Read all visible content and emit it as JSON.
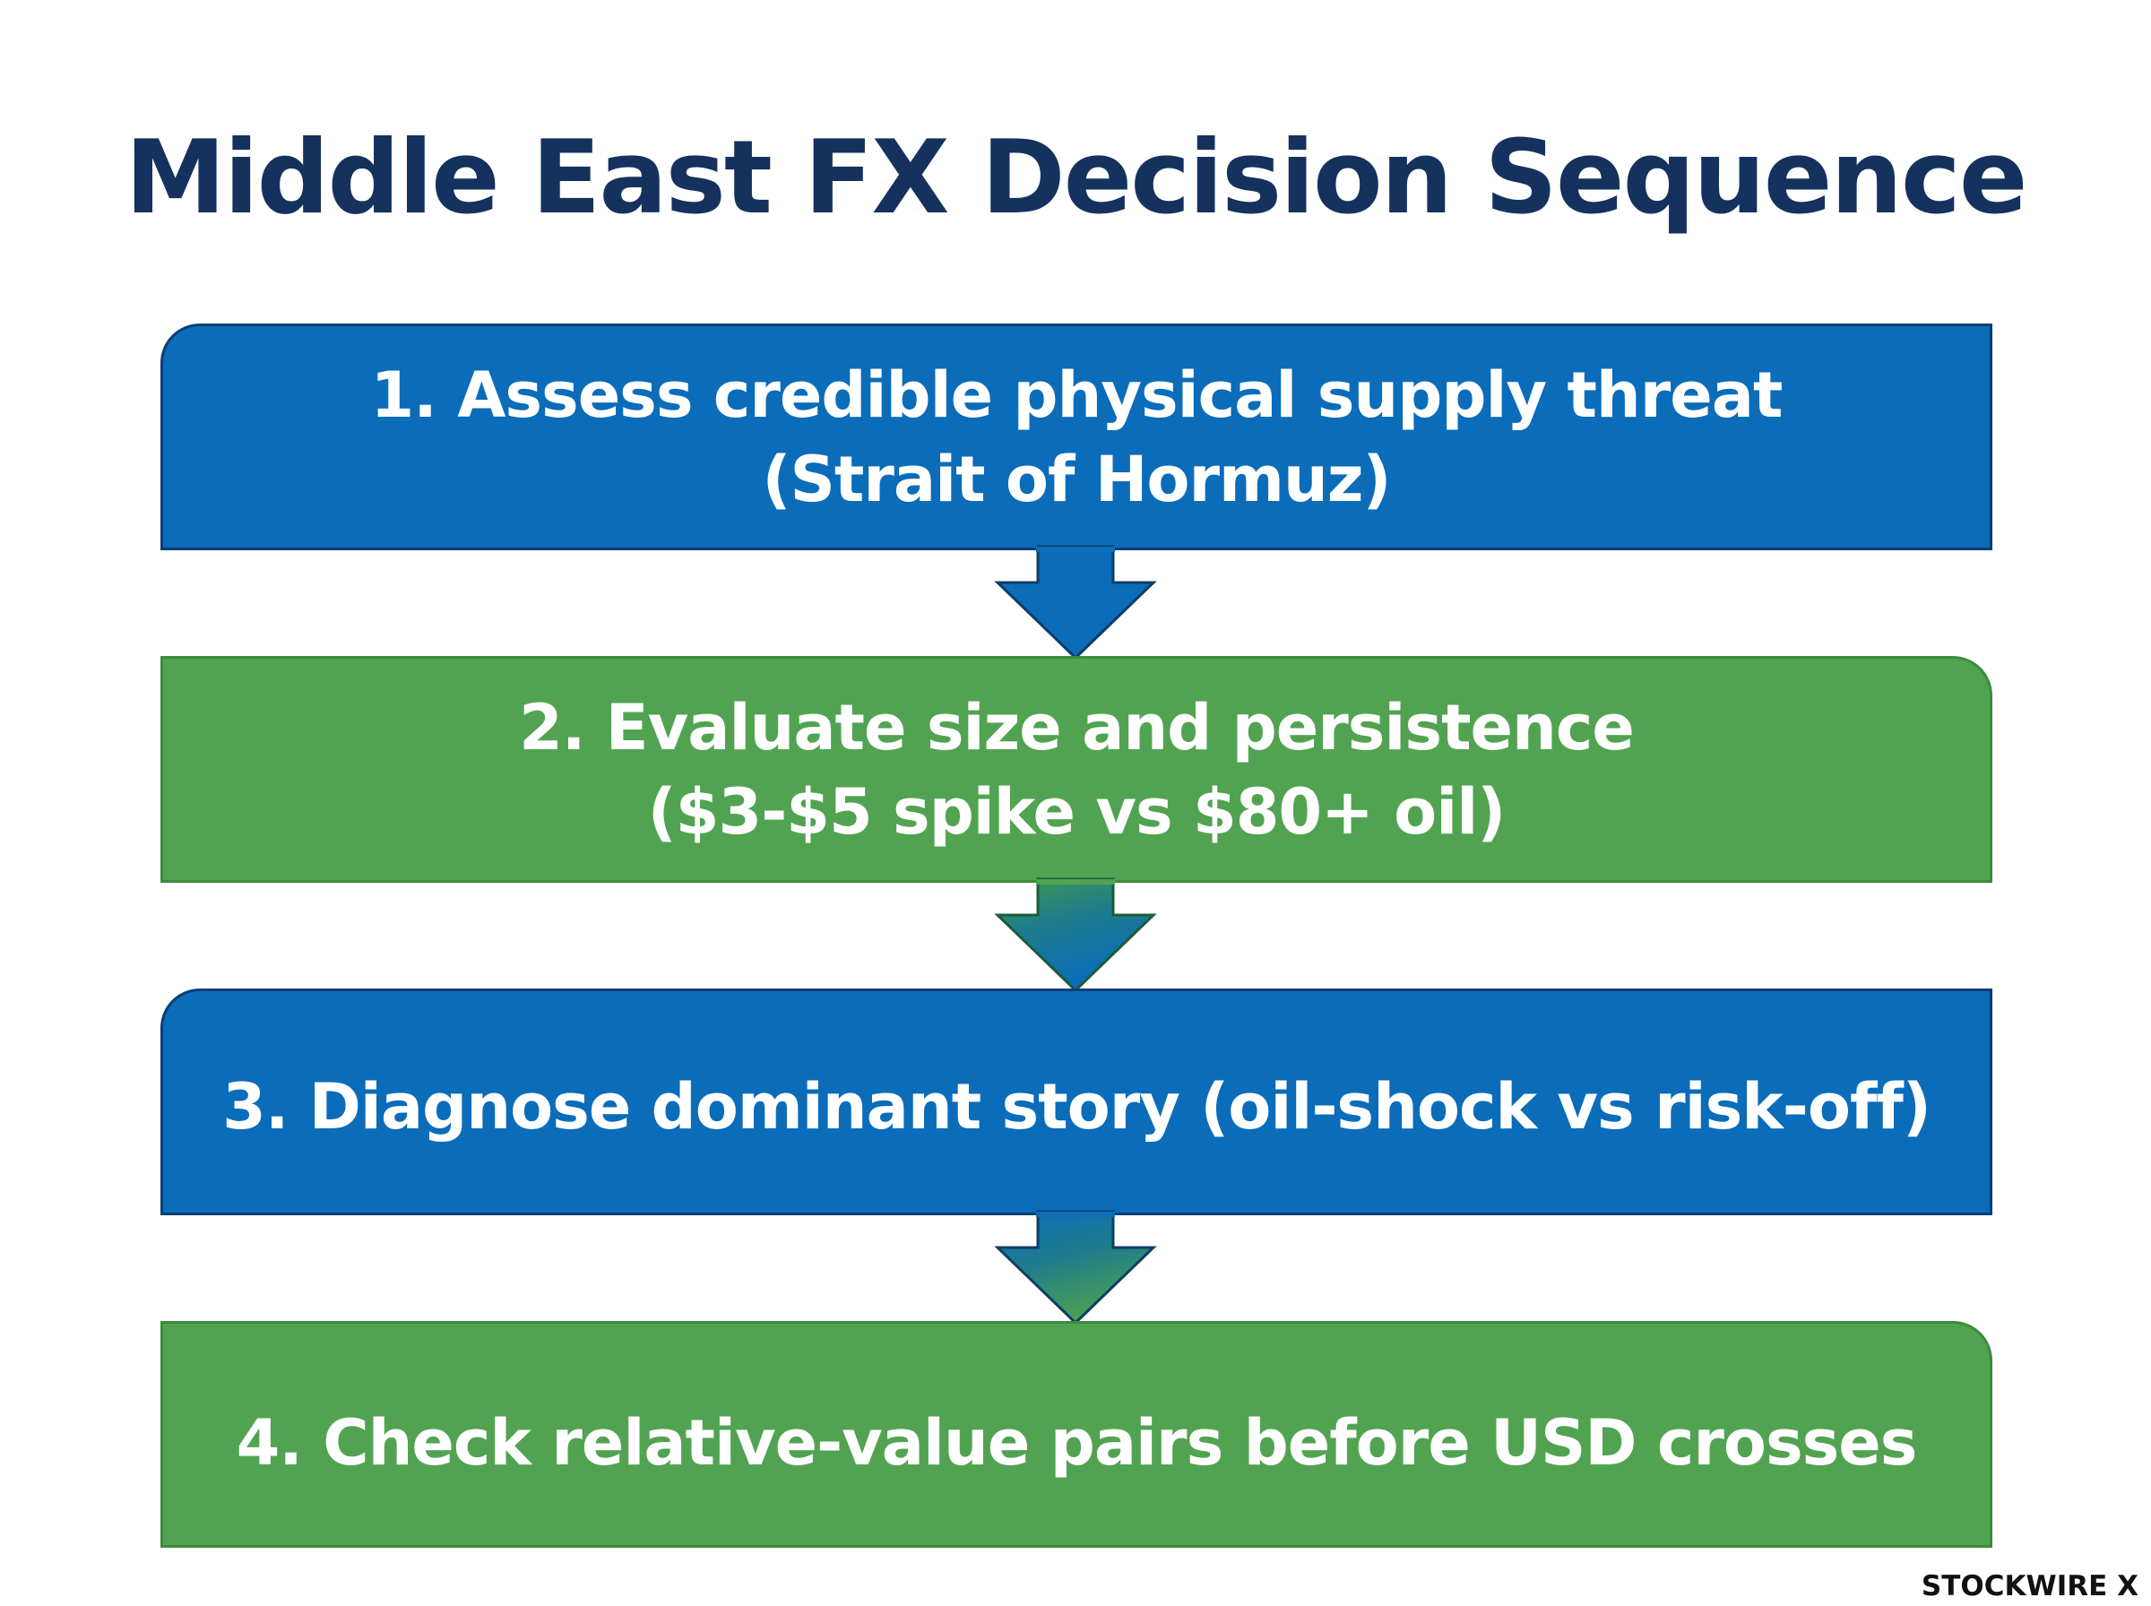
{
  "title": "Middle East FX Decision Sequence",
  "steps": [
    {
      "lines": [
        "1. Assess credible physical supply threat",
        "(Strait of Hormuz)"
      ],
      "color": "#0b6cba"
    },
    {
      "lines": [
        "2. Evaluate size and persistence",
        "($3-$5 spike vs $80+ oil)"
      ],
      "color": "#52a351"
    },
    {
      "lines": [
        "3. Diagnose dominant story (oil-shock vs risk-off)"
      ],
      "color": "#0b6cba"
    },
    {
      "lines": [
        "4. Check relative-value pairs before USD crosses"
      ],
      "color": "#52a351"
    }
  ],
  "colors": {
    "title": "#15325e",
    "blue": "#0b6cba",
    "green": "#52a351",
    "arrow_outline": "#0f3d66"
  },
  "brand": "STOCKWIRE X"
}
